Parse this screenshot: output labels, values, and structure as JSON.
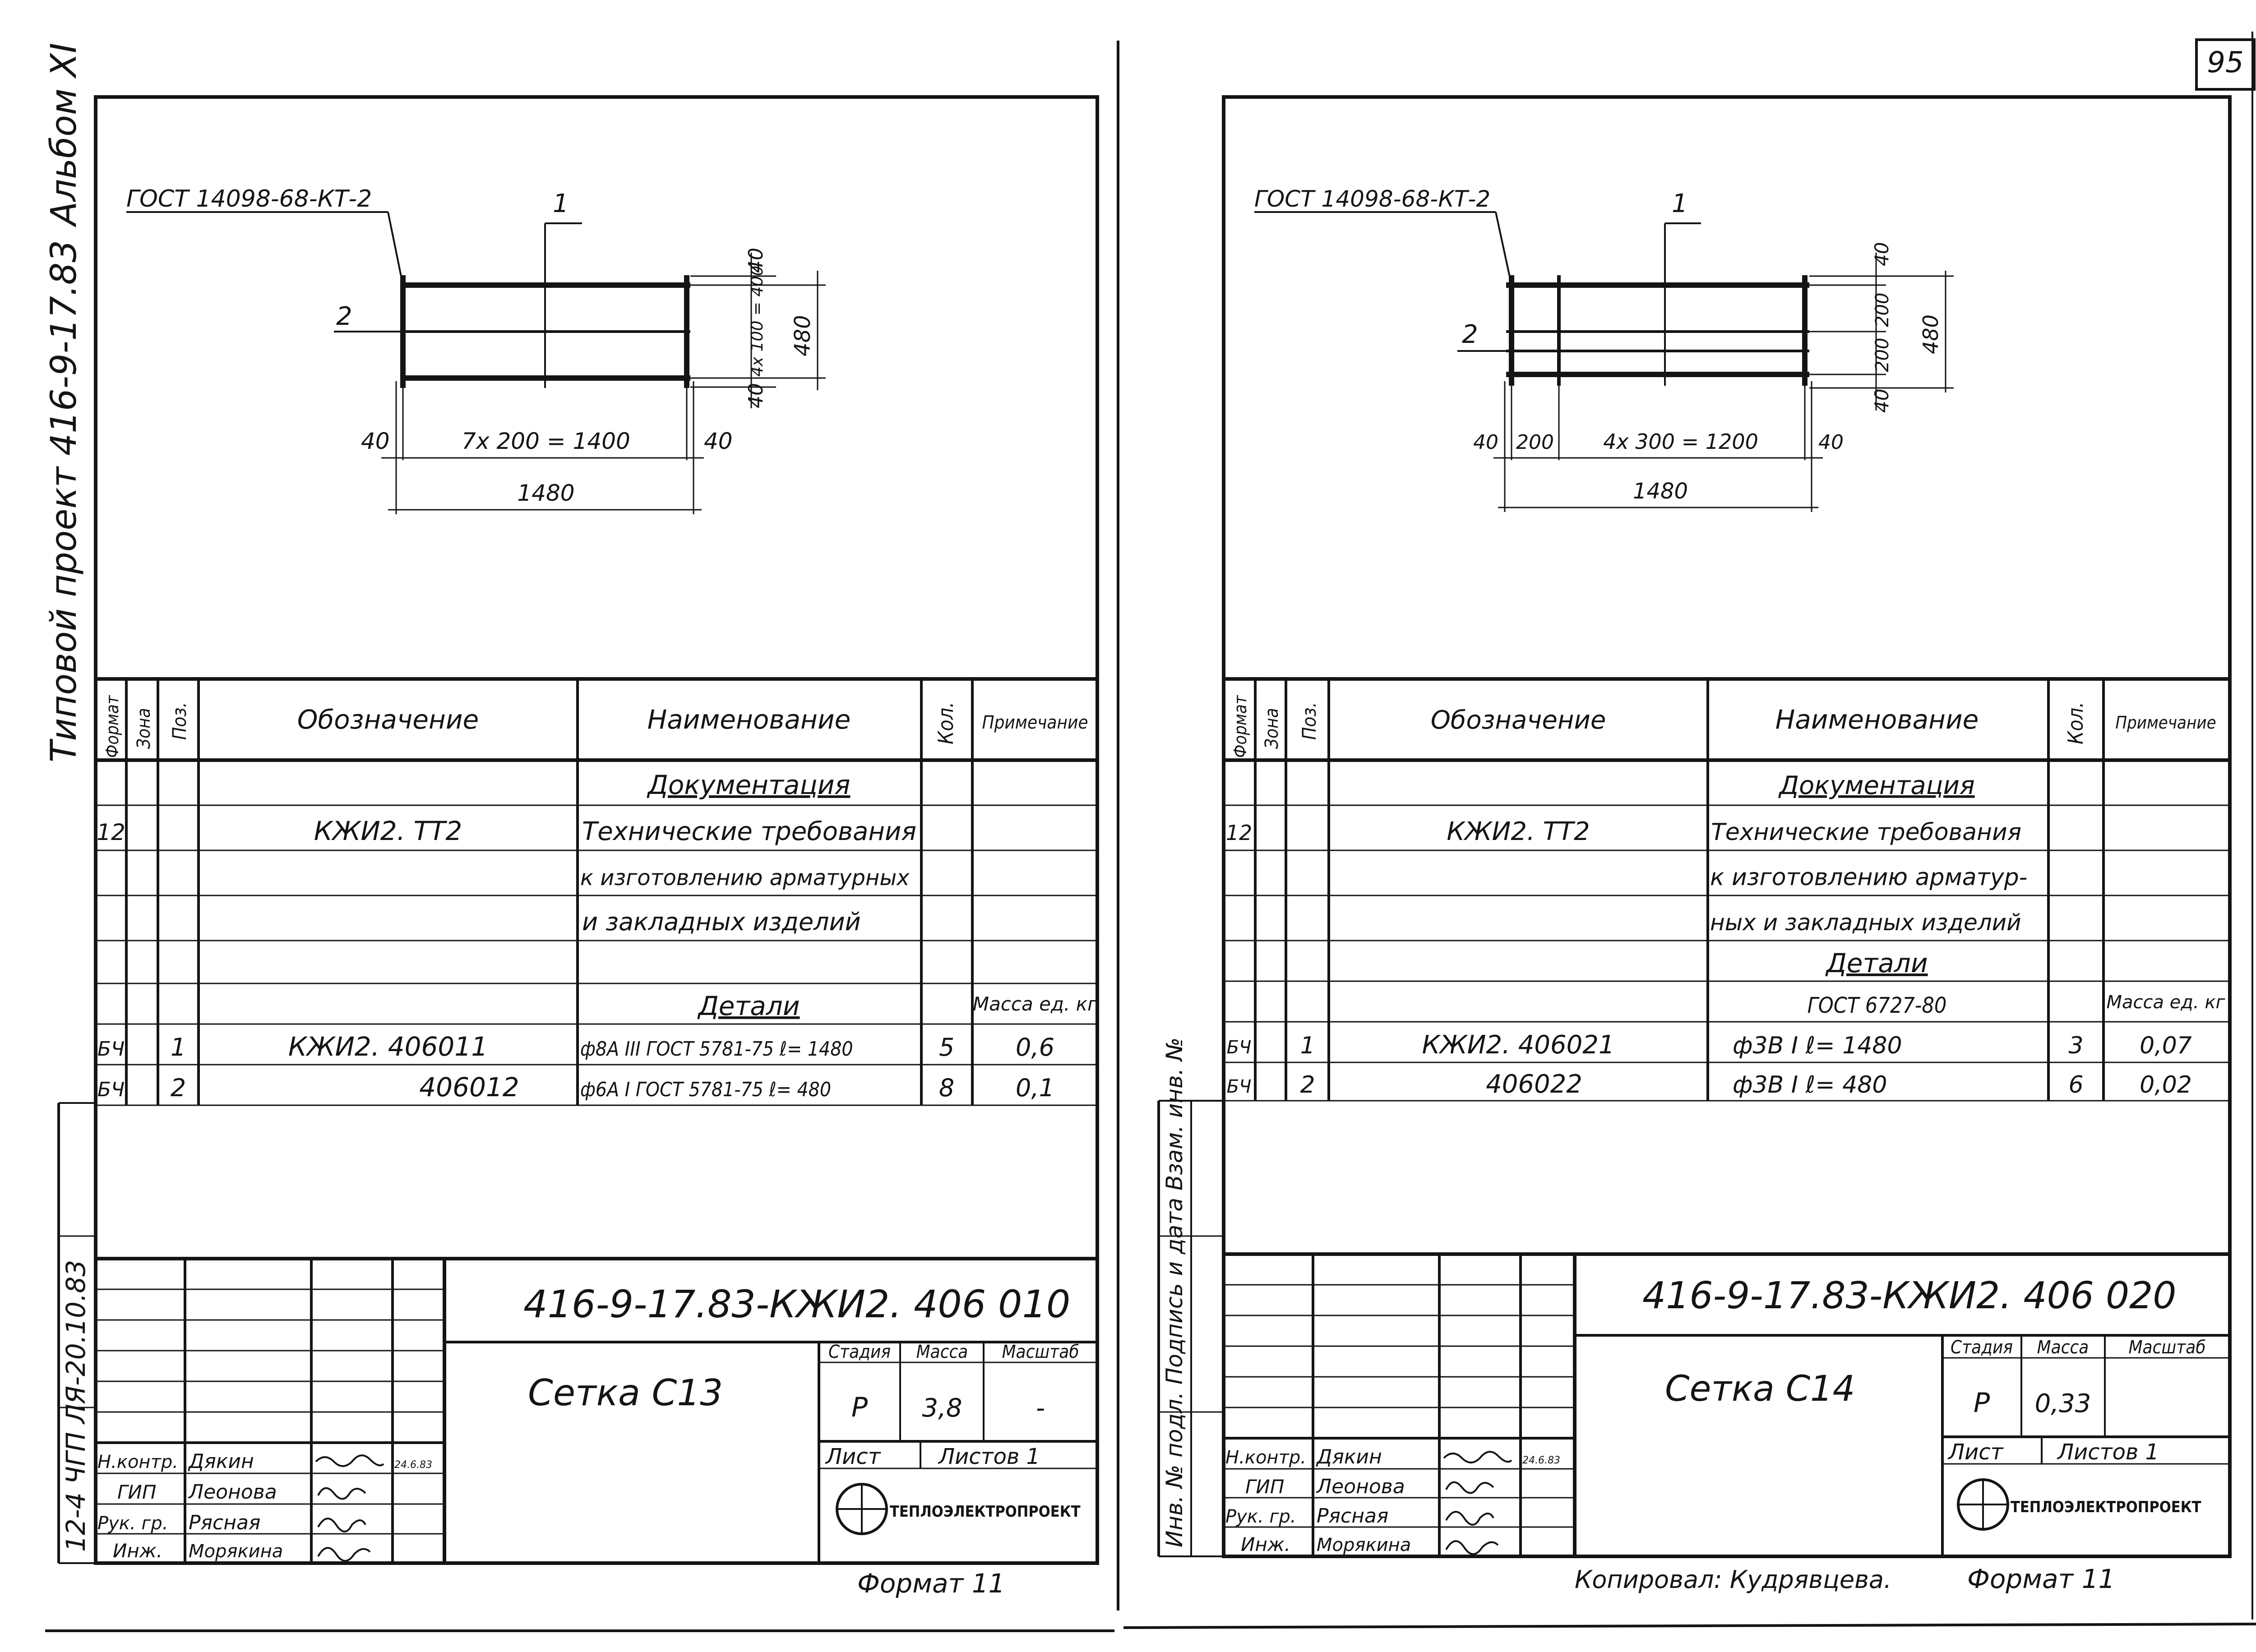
{
  "page_number": "95",
  "album_label": "Альбом XI",
  "project_label": "Типовой проект 416-9-17.83",
  "sheets": [
    {
      "id": "left",
      "drawing": {
        "gost_note": "ГОСТ 14098-68-КТ-2",
        "pos1": "1",
        "pos2": "2",
        "dim_left": "40",
        "dim_mid": "7x 200 = 1400",
        "dim_right": "40",
        "dim_total": "1480",
        "dim_v_top": "40",
        "dim_v_mid": "4x 100 = 400",
        "dim_v_bot": "40",
        "dim_v_total": "480"
      },
      "spec_headers": [
        "Формат",
        "Зона",
        "Поз.",
        "Обозначение",
        "Наименование",
        "Кол.",
        "Примечание"
      ],
      "spec_rows": [
        {
          "format": "",
          "pos": "",
          "designation": "",
          "name": "Документация",
          "qty": "",
          "note": ""
        },
        {
          "format": "12",
          "pos": "",
          "designation": "КЖИ2. ТТ2",
          "name": "Технические требования",
          "qty": "",
          "note": ""
        },
        {
          "format": "",
          "pos": "",
          "designation": "",
          "name": "к изготовлению арматурных",
          "qty": "",
          "note": ""
        },
        {
          "format": "",
          "pos": "",
          "designation": "",
          "name": "и закладных изделий",
          "qty": "",
          "note": ""
        },
        {
          "format": "",
          "pos": "",
          "designation": "",
          "name": "",
          "qty": "",
          "note": ""
        },
        {
          "format": "",
          "pos": "",
          "designation": "",
          "name": "Детали",
          "qty": "",
          "note": "Масса ед. кг"
        },
        {
          "format": "БЧ",
          "pos": "1",
          "designation": "КЖИ2. 406011",
          "name": "ф8А III ГОСТ 5781-75 ℓ= 1480",
          "qty": "5",
          "note": "0,6"
        },
        {
          "format": "БЧ",
          "pos": "2",
          "designation": "406012",
          "name": "ф6А I ГОСТ 5781-75 ℓ= 480",
          "qty": "8",
          "note": "0,1"
        }
      ],
      "title_block": {
        "doc_code": "416-9-17.83-КЖИ2. 406 010",
        "item_name": "Сетка С13",
        "stage_label": "Стадия",
        "mass_label": "Масса",
        "scale_label": "Масштаб",
        "stage": "Р",
        "mass": "3,8",
        "scale": "-",
        "sheet_label": "Лист",
        "sheets_label": "Листов 1",
        "company": "ТЕПЛОЭЛЕКТРОПРОЕКТ",
        "roles": [
          {
            "role": "Н.контр.",
            "name": "Дякин",
            "date": "24.6.83"
          },
          {
            "role": "ГИП",
            "name": "Леонова",
            "date": ""
          },
          {
            "role": "Рук. гр.",
            "name": "Рясная",
            "date": ""
          },
          {
            "role": "Инж.",
            "name": "Морякина",
            "date": ""
          }
        ]
      },
      "format": "Формат 11",
      "side_stamp": "12-4 ЧГП  ЛЯ-20.10.83"
    },
    {
      "id": "right",
      "drawing": {
        "gost_note": "ГОСТ 14098-68-КТ-2",
        "pos1": "1",
        "pos2": "2",
        "dim_left": "40",
        "dim_a": "200",
        "dim_mid": "4x 300 = 1200",
        "dim_right": "40",
        "dim_total": "1480",
        "dim_v_top": "40",
        "dim_v_m1": "200",
        "dim_v_m2": "200",
        "dim_v_bot": "40",
        "dim_v_total": "480"
      },
      "spec_headers": [
        "Формат",
        "Зона",
        "Поз.",
        "Обозначение",
        "Наименование",
        "Кол.",
        "Примечание"
      ],
      "spec_rows": [
        {
          "format": "",
          "pos": "",
          "designation": "",
          "name": "Документация",
          "qty": "",
          "note": ""
        },
        {
          "format": "12",
          "pos": "",
          "designation": "КЖИ2. ТТ2",
          "name": "Технические требования",
          "qty": "",
          "note": ""
        },
        {
          "format": "",
          "pos": "",
          "designation": "",
          "name": "к изготовлению арматур-",
          "qty": "",
          "note": ""
        },
        {
          "format": "",
          "pos": "",
          "designation": "",
          "name": "ных и закладных изделий",
          "qty": "",
          "note": ""
        },
        {
          "format": "",
          "pos": "",
          "designation": "",
          "name": "Детали",
          "qty": "",
          "note": ""
        },
        {
          "format": "",
          "pos": "",
          "designation": "",
          "name": "ГОСТ 6727-80",
          "qty": "",
          "note": "Масса ед. кг"
        },
        {
          "format": "БЧ",
          "pos": "1",
          "designation": "КЖИ2. 406021",
          "name": "ф3В I   ℓ= 1480",
          "qty": "3",
          "note": "0,07"
        },
        {
          "format": "БЧ",
          "pos": "2",
          "designation": "406022",
          "name": "ф3В I   ℓ= 480",
          "qty": "6",
          "note": "0,02"
        }
      ],
      "title_block": {
        "doc_code": "416-9-17.83-КЖИ2. 406 020",
        "item_name": "Сетка С14",
        "stage_label": "Стадия",
        "mass_label": "Масса",
        "scale_label": "Масштаб",
        "stage": "Р",
        "mass": "0,33",
        "scale": "",
        "sheet_label": "Лист",
        "sheets_label": "Листов 1",
        "company": "ТЕПЛОЭЛЕКТРОПРОЕКТ",
        "roles": [
          {
            "role": "Н.контр.",
            "name": "Дякин",
            "date": "24.6.83"
          },
          {
            "role": "ГИП",
            "name": "Леонова",
            "date": ""
          },
          {
            "role": "Рук. гр.",
            "name": "Рясная",
            "date": ""
          },
          {
            "role": "Инж.",
            "name": "Морякина",
            "date": ""
          }
        ]
      },
      "format": "Формат 11",
      "copied_by": "Копировал: Кудрявцева.",
      "side_stamp": "Инв. № подл.  Подпись и дата  Взам. инв. №"
    }
  ]
}
